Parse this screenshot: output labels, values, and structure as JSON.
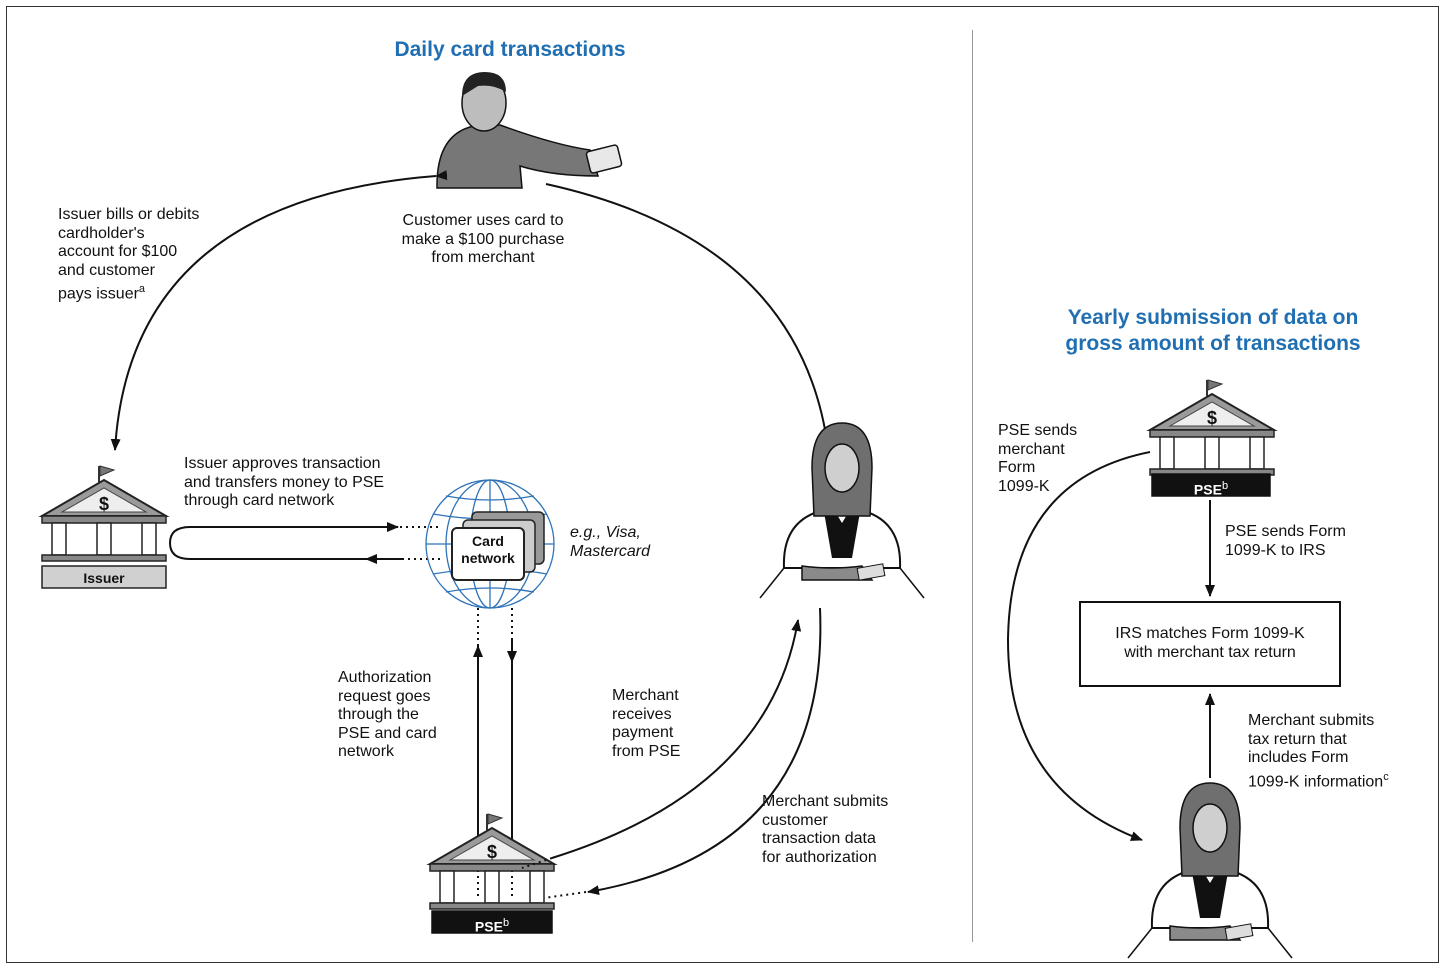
{
  "daily": {
    "title": "Daily card transactions",
    "customer_label": "Customer uses card to\nmake a $100 purchase\nfrom merchant",
    "issuer_bills_label": "Issuer bills or debits\ncardholder's\naccount for $100\nand customer\npays issuer",
    "issuer_bills_note": "a",
    "issuer_approves_label": "Issuer approves transaction\nand transfers money to PSE\nthrough card network",
    "card_network_label": "Card\nnetwork",
    "card_network_examples": "e.g., Visa,\nMastercard",
    "issuer_bank_label": "Issuer",
    "authorization_label": "Authorization\nrequest goes\nthrough the\nPSE and card\nnetwork",
    "merchant_receives_label": "Merchant\nreceives\npayment\nfrom PSE",
    "merchant_submits_label": "Merchant submits\ncustomer\ntransaction data\nfor authorization",
    "pse_bank_label": "PSE",
    "pse_note": "b"
  },
  "yearly": {
    "title": "Yearly submission of data on\ngross amount of transactions",
    "pse_sends_merchant_label": "PSE sends\nmerchant\nForm\n1099-K",
    "pse_sends_irs_label": "PSE sends Form\n1099-K to IRS",
    "irs_box_label": "IRS matches Form 1099-K\nwith merchant tax return",
    "merchant_submits_label": "Merchant submits\ntax return that\nincludes Form\n1099-K information",
    "merchant_submits_note": "c",
    "pse_bank_label": "PSE",
    "pse_note": "b"
  }
}
